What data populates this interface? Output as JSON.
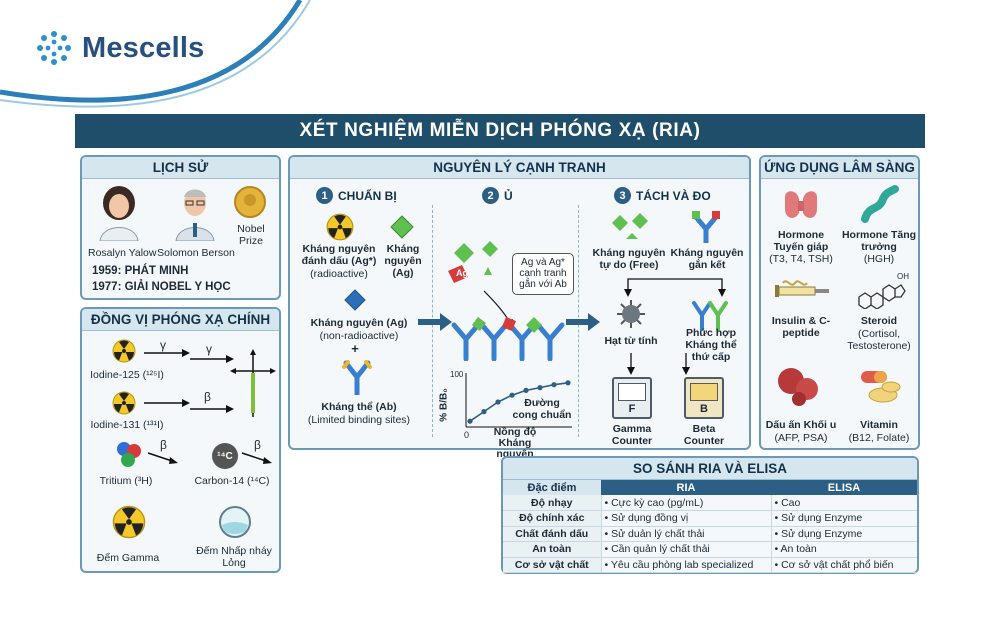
{
  "brand": {
    "name": "Mescells"
  },
  "title": "XÉT NGHIỆM MIỄN DỊCH PHÓNG XẠ (RIA)",
  "history": {
    "header": "LỊCH SỬ",
    "person1": "Rosalyn Yalow",
    "person2": "Solomon Berson",
    "prize": "Nobel Prize",
    "event1": "1959: PHÁT MINH",
    "event2": "1977: GIẢI NOBEL Y HỌC"
  },
  "isotopes": {
    "header": "ĐỒNG VỊ PHÓNG XẠ CHÍNH",
    "gamma_sym": "γ",
    "beta_sym": "β",
    "items": [
      "Iodine-125 (¹²⁵I)",
      "Iodine-131 (¹³¹I)",
      "Tritium (³H)",
      "Carbon-14 (¹⁴C)",
      "Đếm Gamma",
      "Đếm Nhấp nháy Lỏng"
    ],
    "c14_label": "¹⁴C"
  },
  "principle": {
    "header": "NGUYÊN LÝ CẠNH TRANH",
    "step1": {
      "num": "1",
      "label": "CHUẨN BỊ",
      "labeled_ag": "Kháng nguyên đánh dấu (Ag*)",
      "labeled_ag_sub": "(radioactive)",
      "ag": "Kháng nguyên (Ag)",
      "unlabeled_ag": "Kháng nguyên (Ag)",
      "unlabeled_sub": "(non-radioactive)",
      "plus": "+",
      "ab": "Kháng thể (Ab)",
      "ab_sub": "(Limited binding sites)"
    },
    "step2": {
      "num": "2",
      "label": "Ủ",
      "callout": "Ag và Ag* cạnh tranh gắn với Ab",
      "ag_tag": "Ag",
      "y_axis": "% B/B₀",
      "x_axis": "Nồng độ Kháng nguyên",
      "curve": "Đường cong chuẩn",
      "origin": "0",
      "y_top": "100"
    },
    "step3": {
      "num": "3",
      "label": "TÁCH VÀ ĐO",
      "free": "Kháng nguyên tự do (Free)",
      "bound": "Kháng nguyên gắn kết",
      "magnetic": "Hạt từ tính",
      "complex": "Phức hợp Kháng thể thứ cấp",
      "f": "F",
      "b": "B",
      "gamma": "Gamma Counter",
      "beta": "Beta Counter"
    }
  },
  "chart_data": {
    "type": "line",
    "title": "",
    "xlabel": "Nồng độ Kháng nguyên",
    "ylabel": "% B/B₀",
    "x": [
      0,
      1,
      2,
      3,
      4,
      5,
      6,
      7
    ],
    "y": [
      8,
      28,
      48,
      62,
      72,
      78,
      84,
      88
    ],
    "ylim": [
      0,
      100
    ],
    "series": [
      {
        "name": "Đường cong chuẩn",
        "values": [
          8,
          28,
          48,
          62,
          72,
          78,
          84,
          88
        ]
      }
    ]
  },
  "applications": {
    "header": "ỨNG DỤNG LÂM SÀNG",
    "items": [
      {
        "name": "Hormone Tuyến giáp",
        "sub": "(T3, T4, TSH)"
      },
      {
        "name": "Hormone Tăng trưởng",
        "sub": "(HGH)"
      },
      {
        "name": "Insulin & C-peptide",
        "sub": ""
      },
      {
        "name": "Steroid",
        "sub": "(Cortisol, Testosterone)"
      },
      {
        "name": "Dấu ấn Khối u",
        "sub": "(AFP, PSA)"
      },
      {
        "name": "Vitamin",
        "sub": "(B12, Folate)"
      }
    ],
    "oh": "OH"
  },
  "compare": {
    "header": "SO SÁNH RIA VÀ ELISA",
    "cols": [
      "Đặc điểm",
      "RIA",
      "ELISA"
    ],
    "rows": [
      [
        "Độ nhạy",
        "• Cực kỳ cao (pg/mL)",
        "• Cao"
      ],
      [
        "Độ chính xác",
        "• Sử dụng đồng vị",
        "• Sử dụng Enzyme"
      ],
      [
        "Chất đánh dấu",
        "• Sử duản lý chất thải",
        "• Sử dụng Enzyme"
      ],
      [
        "An toàn",
        "• Cần quản lý chất thải",
        "• An toàn"
      ],
      [
        "Cơ sở vật chất",
        "• Yêu cầu phòng lab specialized",
        "• Cơ sở vật chất phổ biến"
      ]
    ]
  }
}
